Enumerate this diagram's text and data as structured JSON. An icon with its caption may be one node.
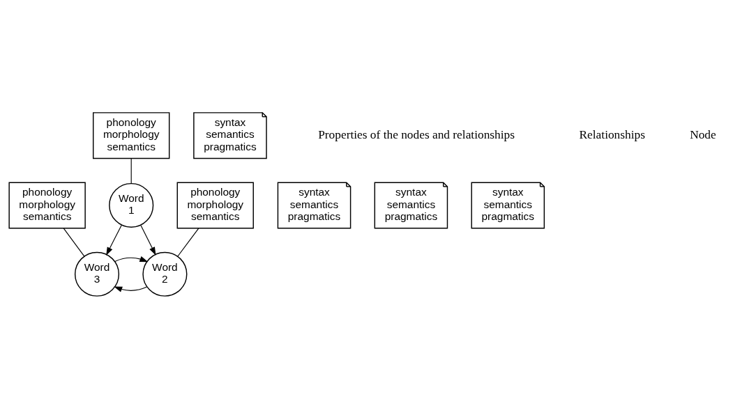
{
  "diagram": {
    "nodes": [
      {
        "text": [
          "phonology morphology semantics"
        ]
      },
      {
        "text": [
          "syntax semantics pragmatics"
        ]
      },
      {
        "text": [
          "Word 1"
        ]
      },
      {
        "text": [
          "syntax semantics pragmatics"
        ]
      },
      {
        "text": [
          "phonology morphology semantics"
        ]
      },
      {
        "text": [
          "syntax semantics pragmatics"
        ]
      },
      {
        "text": [
          "phonology morphology semantics"
        ]
      },
      {
        "text": [
          "Word 3"
        ]
      },
      {
        "text": [
          "Word 2"
        ]
      },
      {
        "text": [
          "syntax semantics pragmatics"
        ]
      }
    ],
    "edges": [
      {
        "from": 0,
        "to": 2,
        "arrow": "none"
      },
      {
        "from": 4,
        "to": 7,
        "arrow": "none"
      },
      {
        "from": 6,
        "to": 8,
        "arrow": "none"
      },
      {
        "from": 2,
        "to": 7,
        "arrow": "to"
      },
      {
        "from": 2,
        "to": 8,
        "arrow": "to"
      },
      {
        "from": 8,
        "to": 7,
        "arrow": "to"
      },
      {
        "from": 7,
        "to": 8,
        "arrow": "to"
      }
    ],
    "labels": [
      "Properties of the nodes and relationships",
      "Relationships",
      "Node"
    ]
  }
}
